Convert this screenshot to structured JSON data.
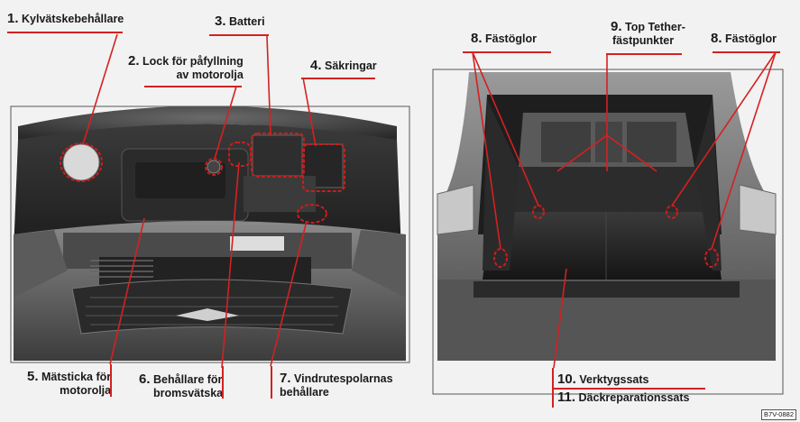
{
  "figure_code": "B7V-0882",
  "engine_bay": {
    "callouts": [
      {
        "num": "1.",
        "text": "Kylvätskebehållare"
      },
      {
        "num": "2.",
        "text": "Lock för påfyllning",
        "text2": "av motorolja"
      },
      {
        "num": "3.",
        "text": "Batteri"
      },
      {
        "num": "4.",
        "text": "Säkringar"
      },
      {
        "num": "5.",
        "text": "Mätsticka för",
        "text2": "motorolja"
      },
      {
        "num": "6.",
        "text": "Behållare för",
        "text2": "bromsvätska"
      },
      {
        "num": "7.",
        "text": "Vindrutespolarnas",
        "text2": "behållare"
      }
    ]
  },
  "luggage_compartment": {
    "callouts": [
      {
        "num": "8.",
        "text": "Fästöglor"
      },
      {
        "num": "9.",
        "text": "Top Tether-",
        "text2": "fästpunkter"
      },
      {
        "num": "8.",
        "text": "Fästöglor"
      },
      {
        "num": "10.",
        "text": "Verktygssats"
      },
      {
        "num": "11.",
        "text": "Däckreparationssats"
      }
    ]
  },
  "colors": {
    "callout_line": "#d42121",
    "panel_border": "#555555",
    "background": "#f2f2f2"
  }
}
